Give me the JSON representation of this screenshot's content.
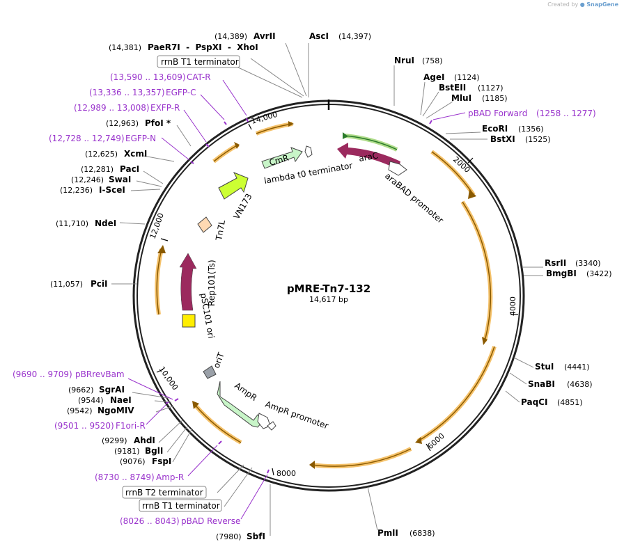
{
  "credit": {
    "prefix": "Created by",
    "brand": "SnapGene"
  },
  "plasmid": {
    "name": "pMRE-Tn7-132",
    "length_label": "14,617 bp",
    "length": 14617
  },
  "ticks": [
    "2000",
    "4000",
    "6000",
    "8000",
    "10,000",
    "12,000",
    "14,000"
  ],
  "sites": [
    {
      "id": "ascI",
      "name": "AscI",
      "pos": "(14,397)"
    },
    {
      "id": "avrII",
      "name": "AvrII",
      "pos": "(14,389)"
    },
    {
      "id": "paer7i",
      "name": "PaeR7I  -  PspXI  -  XhoI",
      "pos": "(14,381)"
    },
    {
      "id": "nruI",
      "name": "NruI",
      "pos": "(758)"
    },
    {
      "id": "ageI",
      "name": "AgeI",
      "pos": "(1124)"
    },
    {
      "id": "bsteII",
      "name": "BstEII",
      "pos": "(1127)"
    },
    {
      "id": "mluI",
      "name": "MluI",
      "pos": "(1185)"
    },
    {
      "id": "ecoRI",
      "name": "EcoRI",
      "pos": "(1356)"
    },
    {
      "id": "bstXI",
      "name": "BstXI",
      "pos": "(1525)"
    },
    {
      "id": "rsrII",
      "name": "RsrII",
      "pos": "(3340)"
    },
    {
      "id": "bmgBI",
      "name": "BmgBI",
      "pos": "(3422)"
    },
    {
      "id": "stuI",
      "name": "StuI",
      "pos": "(4441)"
    },
    {
      "id": "snaBI",
      "name": "SnaBI",
      "pos": "(4638)"
    },
    {
      "id": "paqCI",
      "name": "PaqCI",
      "pos": "(4851)"
    },
    {
      "id": "pmlI",
      "name": "PmlI",
      "pos": "(6838)"
    },
    {
      "id": "sbfI",
      "name": "SbfI",
      "pos": "(7980)"
    },
    {
      "id": "fspI",
      "name": "FspI",
      "pos": "(9076)"
    },
    {
      "id": "bglI",
      "name": "BglI",
      "pos": "(9181)"
    },
    {
      "id": "ahdI",
      "name": "AhdI",
      "pos": "(9299)"
    },
    {
      "id": "ngoMIV",
      "name": "NgoMIV",
      "pos": "(9542)"
    },
    {
      "id": "naeI",
      "name": "NaeI",
      "pos": "(9544)"
    },
    {
      "id": "sgrAI",
      "name": "SgrAI",
      "pos": "(9662)"
    },
    {
      "id": "pciI",
      "name": "PciI",
      "pos": "(11,057)"
    },
    {
      "id": "ndeI",
      "name": "NdeI",
      "pos": "(11,710)"
    },
    {
      "id": "isceI",
      "name": "I-SceI",
      "pos": "(12,236)"
    },
    {
      "id": "swaI",
      "name": "SwaI",
      "pos": "(12,246)"
    },
    {
      "id": "pacI",
      "name": "PacI",
      "pos": "(12,281)"
    },
    {
      "id": "xcmI",
      "name": "XcmI",
      "pos": "(12,625)"
    },
    {
      "id": "pfoI",
      "name": "PfoI *",
      "pos": "(12,963)"
    }
  ],
  "primers": [
    {
      "id": "cat-r",
      "name": "CAT-R",
      "pos": "(13,590 .. 13,609)"
    },
    {
      "id": "egfp-c",
      "name": "EGFP-C",
      "pos": "(13,336 .. 13,357)"
    },
    {
      "id": "exfp-r",
      "name": "EXFP-R",
      "pos": "(12,989 .. 13,008)"
    },
    {
      "id": "egfp-n",
      "name": "EGFP-N",
      "pos": "(12,728 .. 12,749)"
    },
    {
      "id": "pbad-forward",
      "name": "pBAD Forward",
      "pos": "(1258 .. 1277)"
    },
    {
      "id": "pbrrevbam",
      "name": "pBRrevBam",
      "pos": "(9690 .. 9709)"
    },
    {
      "id": "f1ori-r",
      "name": "F1ori-R",
      "pos": "(9501 .. 9520)"
    },
    {
      "id": "amp-r",
      "name": "Amp-R",
      "pos": "(8730 .. 8749)"
    },
    {
      "id": "pbad-reverse",
      "name": "pBAD Reverse",
      "pos": "(8026 .. 8043)"
    }
  ],
  "terminators_boxed": [
    {
      "id": "rrnb-t1-top",
      "label": "rrnB T1 terminator"
    },
    {
      "id": "rrnb-t2-bottom",
      "label": "rrnB T2 terminator"
    },
    {
      "id": "rrnb-t1-bottom",
      "label": "rrnB T1 terminator"
    }
  ],
  "features": [
    {
      "id": "arac",
      "label": "araC",
      "color": "#9b2a5e"
    },
    {
      "id": "arabad-promoter",
      "label": "araBAD promoter",
      "color": "#ffffff"
    },
    {
      "id": "cmr",
      "label": "CmR",
      "color": "#c8f5c8"
    },
    {
      "id": "lambda-t0",
      "label": "lambda t0 terminator",
      "color": "#ffffff"
    },
    {
      "id": "vn173",
      "label": "VN173",
      "color": "#ccff33"
    },
    {
      "id": "tn7l",
      "label": "Tn7L",
      "color": "#ffd9b3"
    },
    {
      "id": "rep101",
      "label": "Rep101(Ts)",
      "color": "#9b2a5e"
    },
    {
      "id": "psc101-ori",
      "label": "pSC101 ori",
      "color": "#ffee00"
    },
    {
      "id": "orit",
      "label": "oriT",
      "color": "#9aa0a8"
    },
    {
      "id": "ampr",
      "label": "AmpR",
      "color": "#c8f5c8"
    },
    {
      "id": "ampr-promoter",
      "label": "AmpR promoter",
      "color": "#ffffff"
    }
  ],
  "colors": {
    "orf": "#f5a623",
    "primer": "#9933cc",
    "ring": "#222222"
  }
}
